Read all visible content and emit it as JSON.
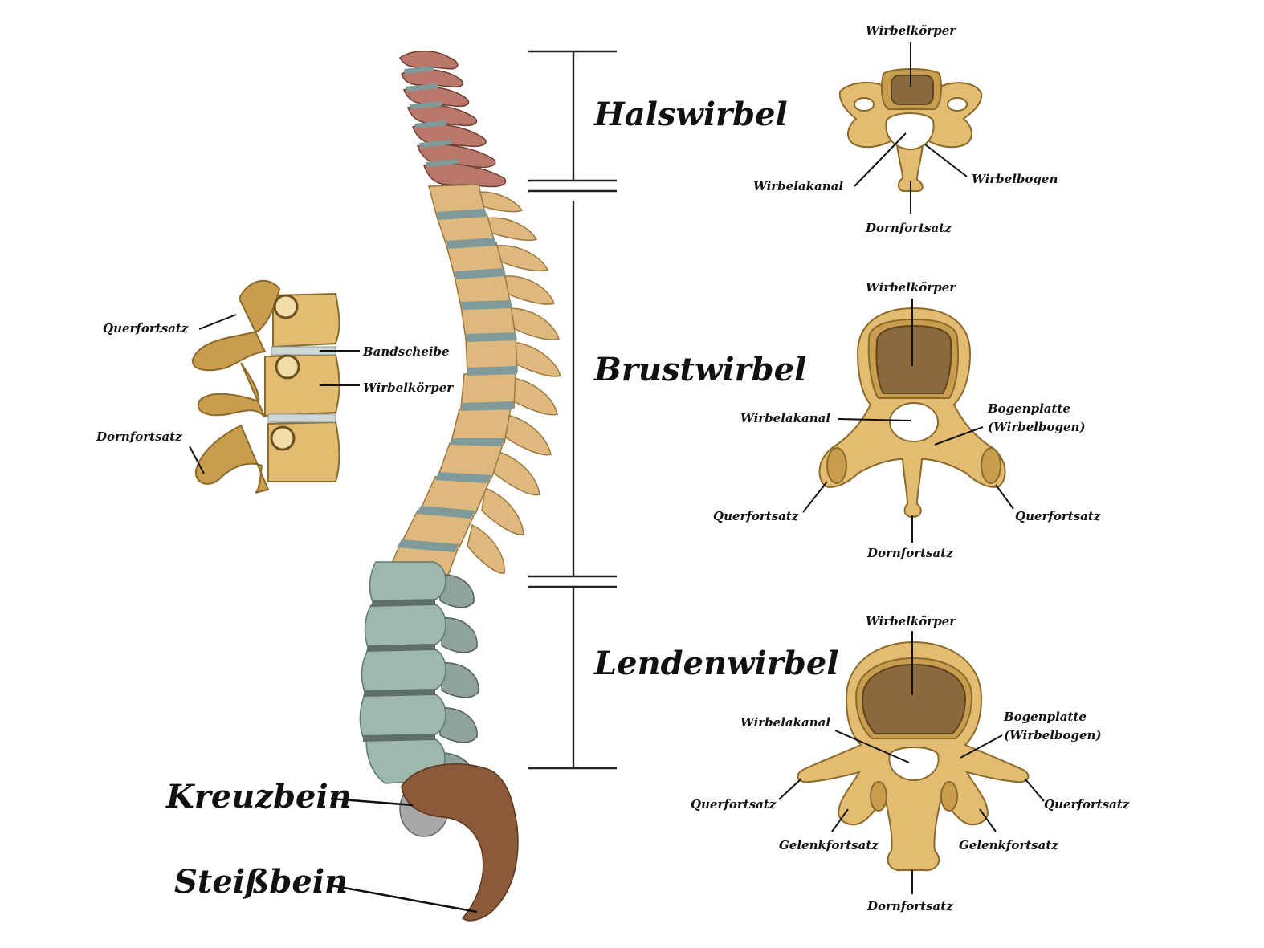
{
  "regions": {
    "cervical": "Halswirbel",
    "thoracic": "Brustwirbel",
    "lumbar": "Lendenwirbel",
    "sacrum": "Kreuzbein",
    "coccyx": "Steißbein"
  },
  "side_view": {
    "transverse_process": "Querfortsatz",
    "disc": "Bandscheibe",
    "body": "Wirbelkörper",
    "spinous_process": "Dornfortsatz"
  },
  "cervical_vertebra": {
    "body": "Wirbelkörper",
    "canal": "Wirbelakanal",
    "arch": "Wirbelbogen",
    "spinous": "Dornfortsatz"
  },
  "thoracic_vertebra": {
    "body": "Wirbelkörper",
    "canal": "Wirbelakanal",
    "lamina_line1": "Bogenplatte",
    "lamina_line2": "(Wirbelbogen)",
    "transverse_left": "Querfortsatz",
    "transverse_right": "Querfortsatz",
    "spinous": "Dornfortsatz"
  },
  "lumbar_vertebra": {
    "body": "Wirbelkörper",
    "canal": "Wirbelakanal",
    "lamina_line1": "Bogenplatte",
    "lamina_line2": "(Wirbelbogen)",
    "transverse_left": "Querfortsatz",
    "transverse_right": "Querfortsatz",
    "articular_left": "Gelenkfortsatz",
    "articular_right": "Gelenkfortsatz",
    "spinous": "Dornfortsatz"
  },
  "colors": {
    "cervical": "#b9786a",
    "thoracic": "#deb87c",
    "lumbar": "#9db8ad",
    "sacrum": "#8b5a3a",
    "bone": "#e3bc72"
  }
}
